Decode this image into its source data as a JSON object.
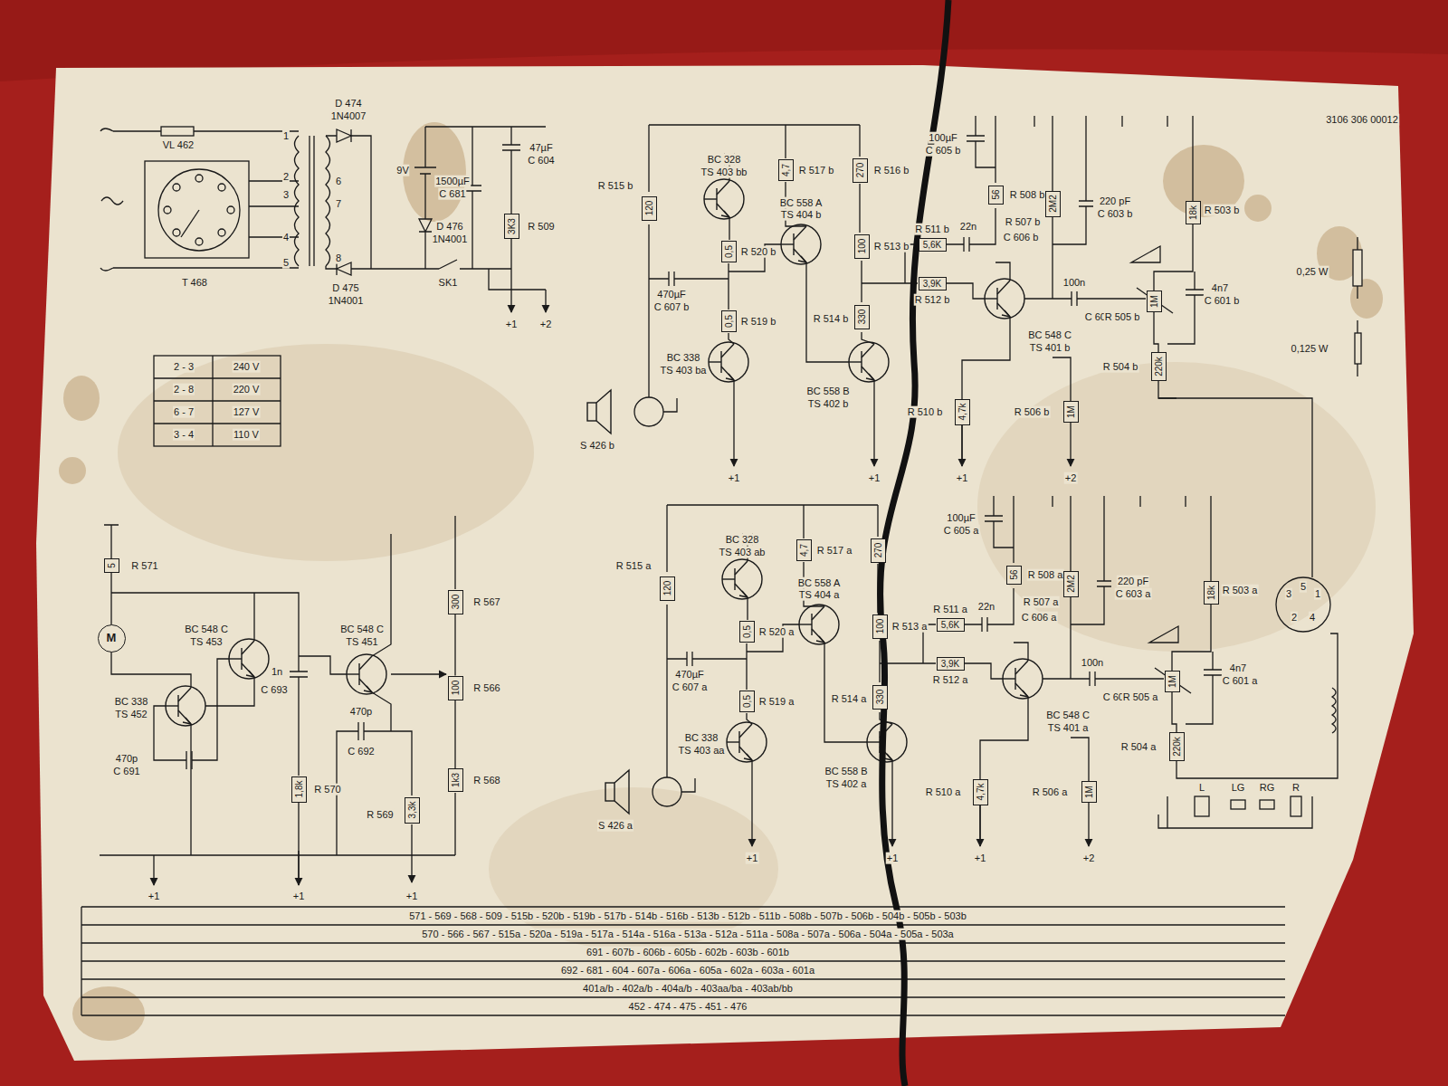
{
  "diagram": {
    "nodes": [
      {
        "text": [
          "120"
        ]
      },
      {
        "text": [
          "4,7"
        ]
      },
      {
        "text": [
          "270"
        ]
      },
      {
        "text": [
          "0,5"
        ]
      },
      {
        "text": [
          "100"
        ]
      },
      {
        "text": [
          "0,5"
        ]
      },
      {
        "text": [
          "330"
        ]
      },
      {
        "text": [
          "56"
        ]
      },
      {
        "text": [
          "5,6K"
        ]
      },
      {
        "text": [
          "3,9K"
        ]
      },
      {
        "text": [
          "4,7k"
        ]
      },
      {
        "text": [
          "2M2"
        ]
      },
      {
        "text": [
          "1M"
        ]
      },
      {
        "text": [
          "18k"
        ]
      },
      {
        "text": [
          "1M"
        ]
      },
      {
        "text": [
          "220k"
        ]
      },
      {
        "text": [
          "3K3"
        ]
      },
      {
        "text": [
          "120"
        ]
      },
      {
        "text": [
          "4,7"
        ]
      },
      {
        "text": [
          "270"
        ]
      },
      {
        "text": [
          "0,5"
        ]
      },
      {
        "text": [
          "100"
        ]
      },
      {
        "text": [
          "0,5"
        ]
      },
      {
        "text": [
          "330"
        ]
      },
      {
        "text": [
          "56"
        ]
      },
      {
        "text": [
          "5,6K"
        ]
      },
      {
        "text": [
          "3,9K"
        ]
      },
      {
        "text": [
          "4,7k"
        ]
      },
      {
        "text": [
          "2M2"
        ]
      },
      {
        "text": [
          "1M"
        ]
      },
      {
        "text": [
          "18k"
        ]
      },
      {
        "text": [
          "1M"
        ]
      },
      {
        "text": [
          "220k"
        ]
      },
      {
        "text": [
          "5"
        ]
      },
      {
        "text": [
          "300"
        ]
      },
      {
        "text": [
          "100"
        ]
      },
      {
        "text": [
          "1k3"
        ]
      },
      {
        "text": [
          "1,8k"
        ]
      },
      {
        "text": [
          "3,3k"
        ]
      },
      {
        "text": [
          "M"
        ]
      }
    ],
    "edges": [
      {
        "from": 34,
        "to": 35,
        "arrow": "none"
      },
      {
        "from": 35,
        "to": 36,
        "arrow": "none"
      }
    ],
    "labels": [
      "VL 462",
      "1N4007",
      "D 474",
      "T 468",
      "D 475",
      "1N4001",
      "D 476",
      "1N4001",
      "9V",
      "1500µF",
      "C 681",
      "SK1",
      "R 509",
      "47µF",
      "C 604",
      "+1",
      "+2",
      "1",
      "2",
      "3",
      "4",
      "5",
      "6",
      "7",
      "8",
      "240 V",
      "2 - 3",
      "220 V",
      "2 - 8",
      "127 V",
      "6 - 7",
      "110 V",
      "3 - 4",
      "R 515 b",
      "BC 328",
      "TS 403 bb",
      "R 517 b",
      "R 516 b",
      "BC 558 A",
      "TS 404 b",
      "R 513 b",
      "R 520 b",
      "470µF",
      "C 607 b",
      "R 519 b",
      "R 514 b",
      "BC 338",
      "TS 403 ba",
      "BC 558 B",
      "TS 402 b",
      "S 426 b",
      "R 510 b",
      "100µF",
      "C 605 b",
      "R 508 b",
      "R 511 b",
      "22n",
      "C 606 b",
      "R 512 b",
      "BC 548 C",
      "TS 401 b",
      "100n",
      "C 602 b",
      "R 507 b",
      "R 506 b",
      "220 pF",
      "C 603 b",
      "R 503 b",
      "R 505 b",
      "4n7",
      "C 601 b",
      "R 504 b",
      "0,25 W",
      "0,125 W",
      "3106 306 00012",
      "+1",
      "+1",
      "+1",
      "+2",
      "R 515 a",
      "BC 328",
      "TS 403 ab",
      "R 517 a",
      "R 513 a",
      "BC 558 A",
      "TS 404 a",
      "R 520 a",
      "470µF",
      "C 607 a",
      "R 519 a",
      "R 514 a",
      "BC 338",
      "TS 403 aa",
      "BC 558 B",
      "TS 402 a",
      "S 426 a",
      "R 510 a",
      "100µF",
      "C 605 a",
      "R 508 a",
      "R 511 a",
      "22n",
      "C 606 a",
      "R 512 a",
      "BC 548 C",
      "TS 401 a",
      "100n",
      "C 602 a",
      "R 507 a",
      "R 506 a",
      "220 pF",
      "C 603 a",
      "R 503 a",
      "R 505 a",
      "4n7",
      "C 601 a",
      "R 504 a",
      "+1",
      "+1",
      "+1",
      "+2",
      "3",
      "5",
      "1",
      "2",
      "4",
      "L",
      "LG",
      "RG",
      "R",
      "R 571",
      "BC 338",
      "TS 452",
      "BC 548 C",
      "TS 453",
      "BC 548 C",
      "TS 451",
      "1n",
      "C 693",
      "470p",
      "C 691",
      "470p",
      "C 692",
      "R 570",
      "R 569",
      "R 567",
      "R 566",
      "R 568",
      "+1",
      "+1",
      "+1",
      "571 - 569 - 568 - 509 - 515b - 520b - 519b - 517b - 514b - 516b - 513b - 512b - 511b - 508b - 507b - 506b - 504b - 505b - 503b",
      "570 - 566 - 567 - 515a - 520a - 519a - 517a - 514a - 516a - 513a - 512a - 511a - 508a - 507a - 506a - 504a - 505a - 503a",
      "691 - 607b - 606b - 605b - 602b - 603b - 601b",
      "692 - 681 - 604 - 607a - 606a - 605a - 602a - 603a - 601a",
      "401a/b - 402a/b - 404a/b - 403aa/ba - 403ab/bb",
      "452 - 474 - 475 - 451 - 476"
    ]
  }
}
